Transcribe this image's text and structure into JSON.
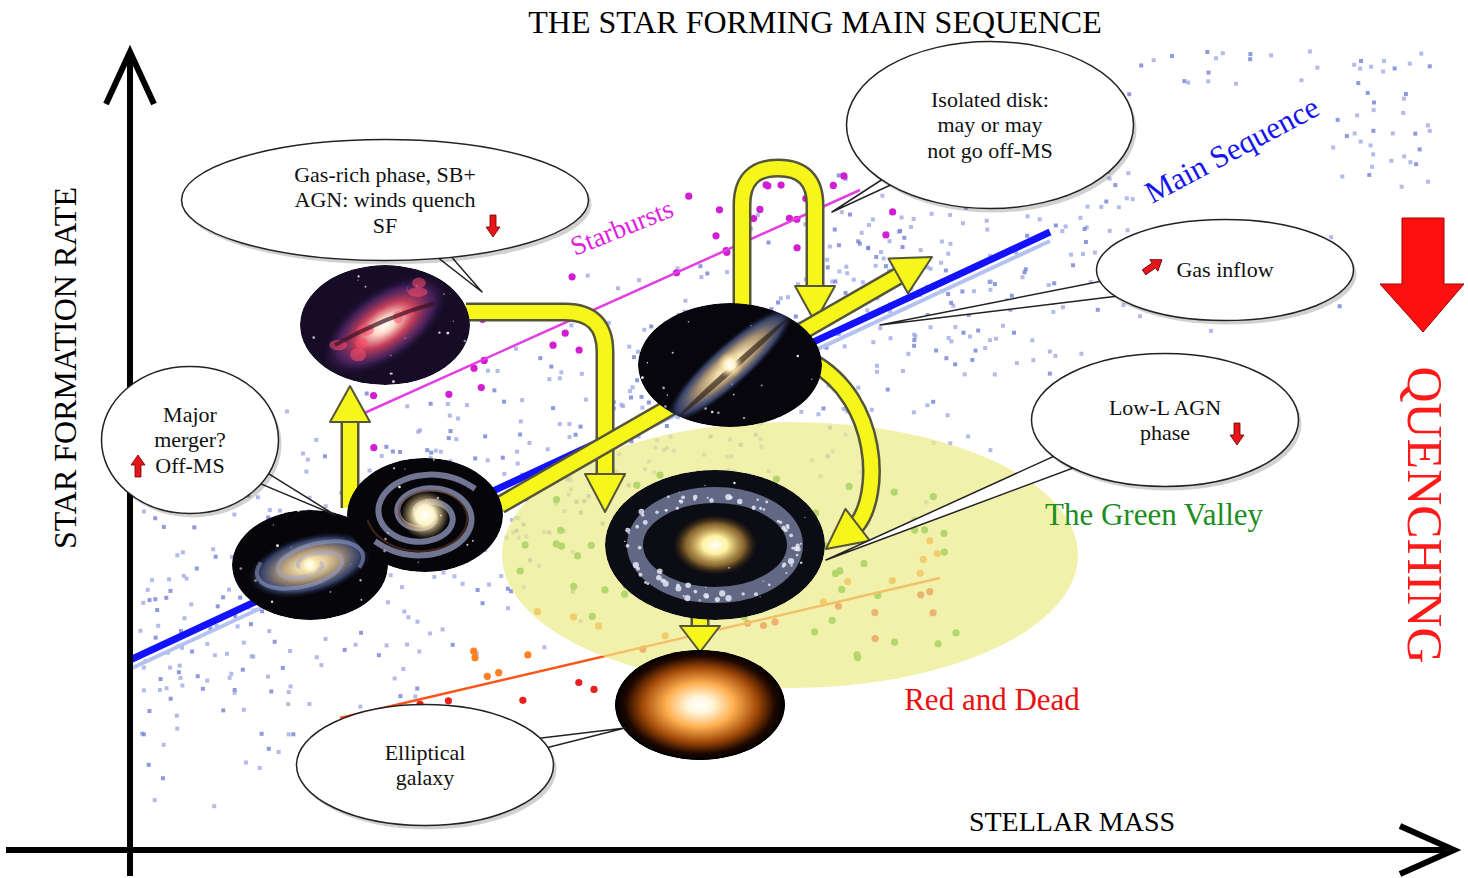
{
  "diagram": {
    "title": "THE STAR FORMING MAIN SEQUENCE",
    "nodes": [
      {
        "text": [
          "Gas-rich phase, SB+ AGN: winds quench SF"
        ]
      },
      {
        "text": [
          "Isolated disk: may or may not go off-MS"
        ]
      },
      {
        "text": [
          "Gas inflow"
        ]
      },
      {
        "text": [
          "Major merger? Off-MS"
        ]
      },
      {
        "text": [
          "Low-L AGN phase"
        ]
      },
      {
        "text": [
          "The Green Valley"
        ]
      },
      {
        "text": [
          "Elliptical galaxy"
        ]
      }
    ],
    "labels": [
      "STAR FORMATION RATE",
      "Starbursts",
      "Main Sequence",
      "QUENCHING",
      "Red and Dead",
      "STELLAR MASS"
    ]
  }
}
